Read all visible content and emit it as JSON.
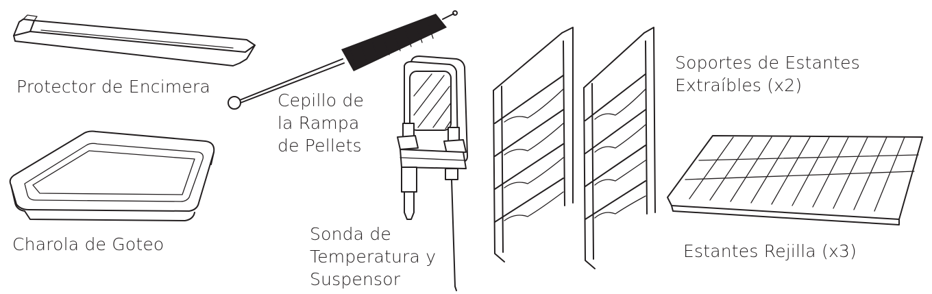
{
  "parts": {
    "protector": {
      "lines": [
        "Protector de Encimera"
      ]
    },
    "charola": {
      "lines": [
        "Charola de Goteo"
      ]
    },
    "cepillo": {
      "lines": [
        "Cepillo de",
        "la Rampa",
        "de Pellets"
      ]
    },
    "sonda": {
      "lines": [
        "Sonda de",
        "Temperatura y",
        "Suspensor"
      ]
    },
    "soportes": {
      "lines": [
        "Soportes de Estantes",
        "Extraíbles (x2)"
      ]
    },
    "estantes": {
      "lines": [
        "Estantes Rejilla (x3)"
      ]
    }
  },
  "icons": [
    "counter-protector-illustration",
    "drip-tray-illustration",
    "brush-illustration",
    "temperature-probe-illustration",
    "shelf-supports-illustration",
    "wire-rack-illustration"
  ],
  "colors": {
    "ink": "#231f20",
    "background": "#ffffff"
  }
}
